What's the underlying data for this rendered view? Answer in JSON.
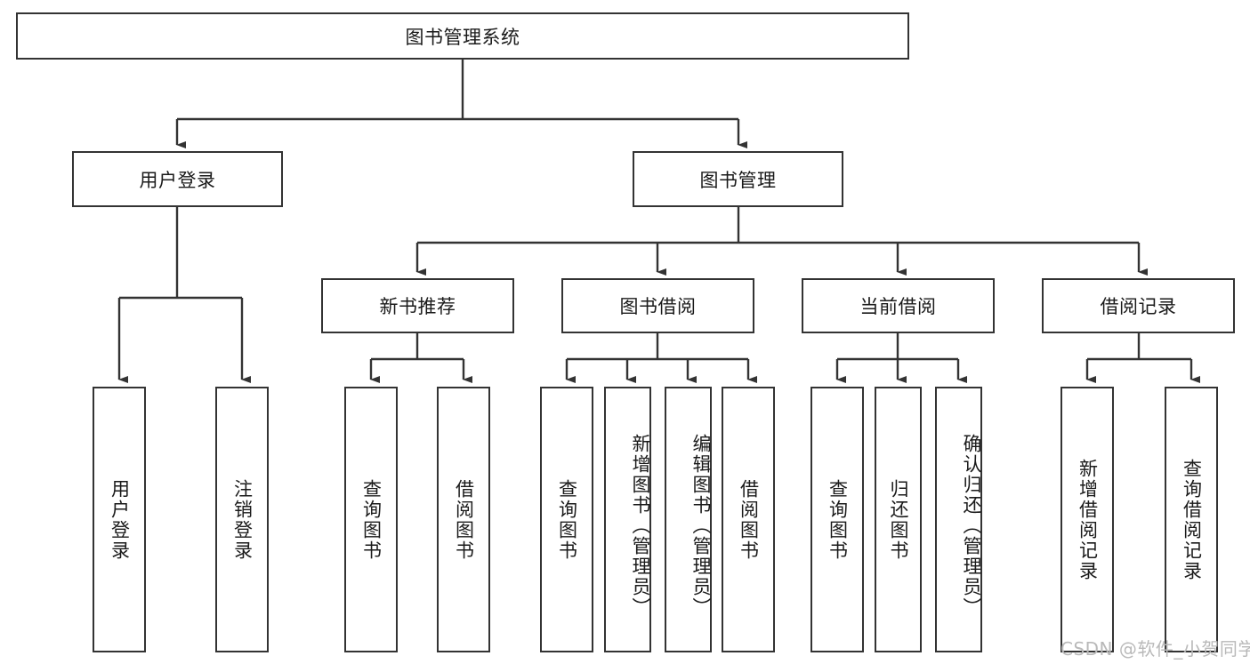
{
  "diagram": {
    "type": "tree",
    "title": "图书管理系统",
    "watermark": "CSDN @软件_小贺同学",
    "nodes": {
      "root": {
        "label": "图书管理系统",
        "level": 1
      },
      "l2_user": {
        "label": "用户登录",
        "level": 2
      },
      "l2_book": {
        "label": "图书管理",
        "level": 2
      },
      "l3_new": {
        "label": "新书推荐",
        "level": 3
      },
      "l3_borrow": {
        "label": "图书借阅",
        "level": 3
      },
      "l3_current": {
        "label": "当前借阅",
        "level": 3
      },
      "l3_record": {
        "label": "借阅记录",
        "level": 3
      },
      "leaf_user_login": {
        "label": "用户登录",
        "level": 4
      },
      "leaf_user_logout": {
        "label": "注销登录",
        "level": 4
      },
      "leaf_new_query": {
        "label": "查询图书",
        "level": 4
      },
      "leaf_new_borrow": {
        "label": "借阅图书",
        "level": 4
      },
      "leaf_borrow_query": {
        "label": "查询图书",
        "level": 4
      },
      "leaf_borrow_add": {
        "label": "新增图书（管理员）",
        "level": 4
      },
      "leaf_borrow_edit": {
        "label": "编辑图书（管理员）",
        "level": 4
      },
      "leaf_borrow_lend": {
        "label": "借阅图书",
        "level": 4
      },
      "leaf_cur_query": {
        "label": "查询图书",
        "level": 4
      },
      "leaf_cur_return": {
        "label": "归还图书",
        "level": 4
      },
      "leaf_cur_confirm": {
        "label": "确认归还（管理员）",
        "level": 4
      },
      "leaf_rec_add": {
        "label": "新增借阅记录",
        "level": 4
      },
      "leaf_rec_query": {
        "label": "查询借阅记录",
        "level": 4
      }
    },
    "edges": [
      {
        "from": "root",
        "to": "l2_user"
      },
      {
        "from": "root",
        "to": "l2_book"
      },
      {
        "from": "l2_user",
        "to": "leaf_user_login"
      },
      {
        "from": "l2_user",
        "to": "leaf_user_logout"
      },
      {
        "from": "l2_book",
        "to": "l3_new"
      },
      {
        "from": "l2_book",
        "to": "l3_borrow"
      },
      {
        "from": "l2_book",
        "to": "l3_current"
      },
      {
        "from": "l2_book",
        "to": "l3_record"
      },
      {
        "from": "l3_new",
        "to": "leaf_new_query"
      },
      {
        "from": "l3_new",
        "to": "leaf_new_borrow"
      },
      {
        "from": "l3_borrow",
        "to": "leaf_borrow_query"
      },
      {
        "from": "l3_borrow",
        "to": "leaf_borrow_add"
      },
      {
        "from": "l3_borrow",
        "to": "leaf_borrow_edit"
      },
      {
        "from": "l3_borrow",
        "to": "leaf_borrow_lend"
      },
      {
        "from": "l3_current",
        "to": "leaf_cur_query"
      },
      {
        "from": "l3_current",
        "to": "leaf_cur_return"
      },
      {
        "from": "l3_current",
        "to": "leaf_cur_confirm"
      },
      {
        "from": "l3_record",
        "to": "leaf_rec_add"
      },
      {
        "from": "l3_record",
        "to": "leaf_rec_query"
      }
    ],
    "colors": {
      "box_border": "#333333",
      "box_fill": "#ffffff",
      "connector": "#333333",
      "text": "#1a1a1a",
      "watermark": "#b9b9b9",
      "background": "#ffffff"
    }
  }
}
